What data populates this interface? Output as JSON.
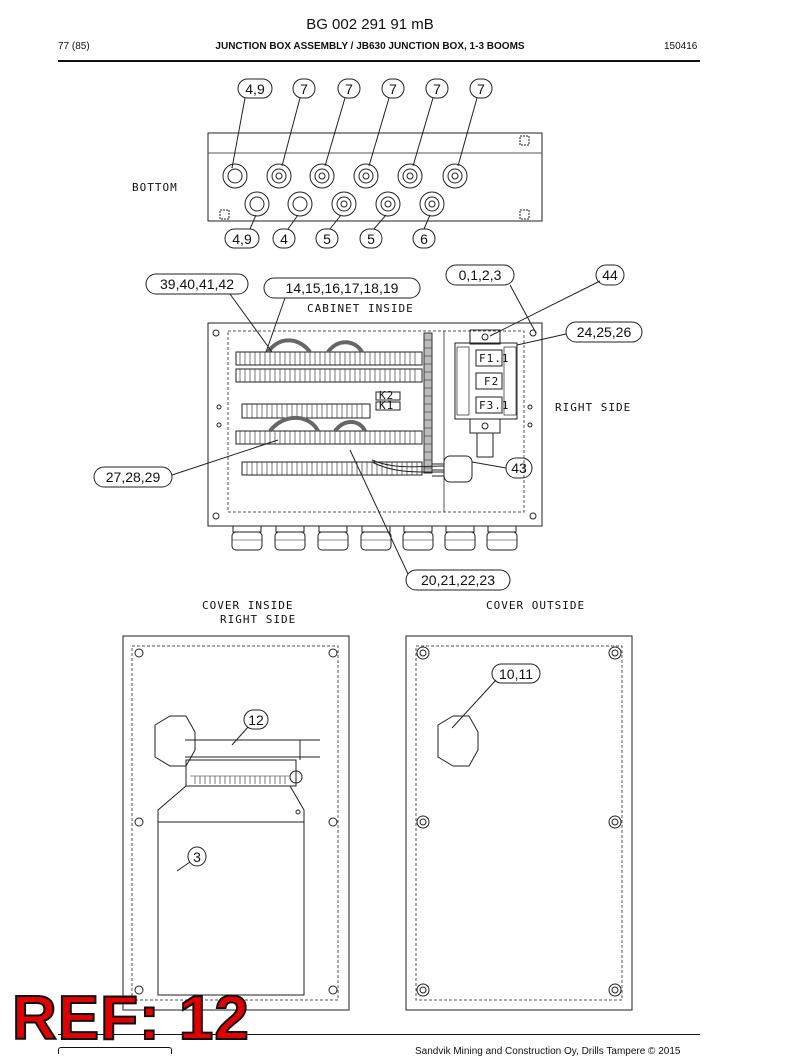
{
  "header": {
    "doc_id": "BG 002 291 91 mB",
    "page": "77 (85)",
    "title": "JUNCTION BOX ASSEMBLY / JB630 JUNCTION BOX, 1-3 BOOMS",
    "date_code": "150416"
  },
  "views": {
    "bottom": "BOTTOM",
    "cabinet_inside": "CABINET INSIDE",
    "right_side": "RIGHT SIDE",
    "cover_inside_1": "COVER INSIDE",
    "cover_inside_2": "RIGHT SIDE",
    "cover_outside": "COVER OUTSIDE"
  },
  "callouts": {
    "top_a": "4,9",
    "top_b": "7",
    "top_c": "7",
    "top_d": "7",
    "top_e": "7",
    "top_f": "7",
    "bot_a": "4,9",
    "bot_b": "4",
    "bot_c": "5",
    "bot_d": "5",
    "bot_e": "6",
    "c39": "39,40,41,42",
    "c14": "14,15,16,17,18,19",
    "c0": "0,1,2,3",
    "c44": "44",
    "c24": "24,25,26",
    "c27": "27,28,29",
    "c43": "43",
    "c20": "20,21,22,23",
    "c10": "10,11",
    "c12": "12",
    "c3": "3"
  },
  "fuses": {
    "f1": "F1.1",
    "f2": "F2",
    "f3": "F3.1"
  },
  "relays": {
    "k1": "K2",
    "k2": "K1"
  },
  "footer": {
    "copyright": "Sandvik Mining and Construction Oy, Drills Tampere © 2015",
    "stamp": "REF: 12"
  }
}
